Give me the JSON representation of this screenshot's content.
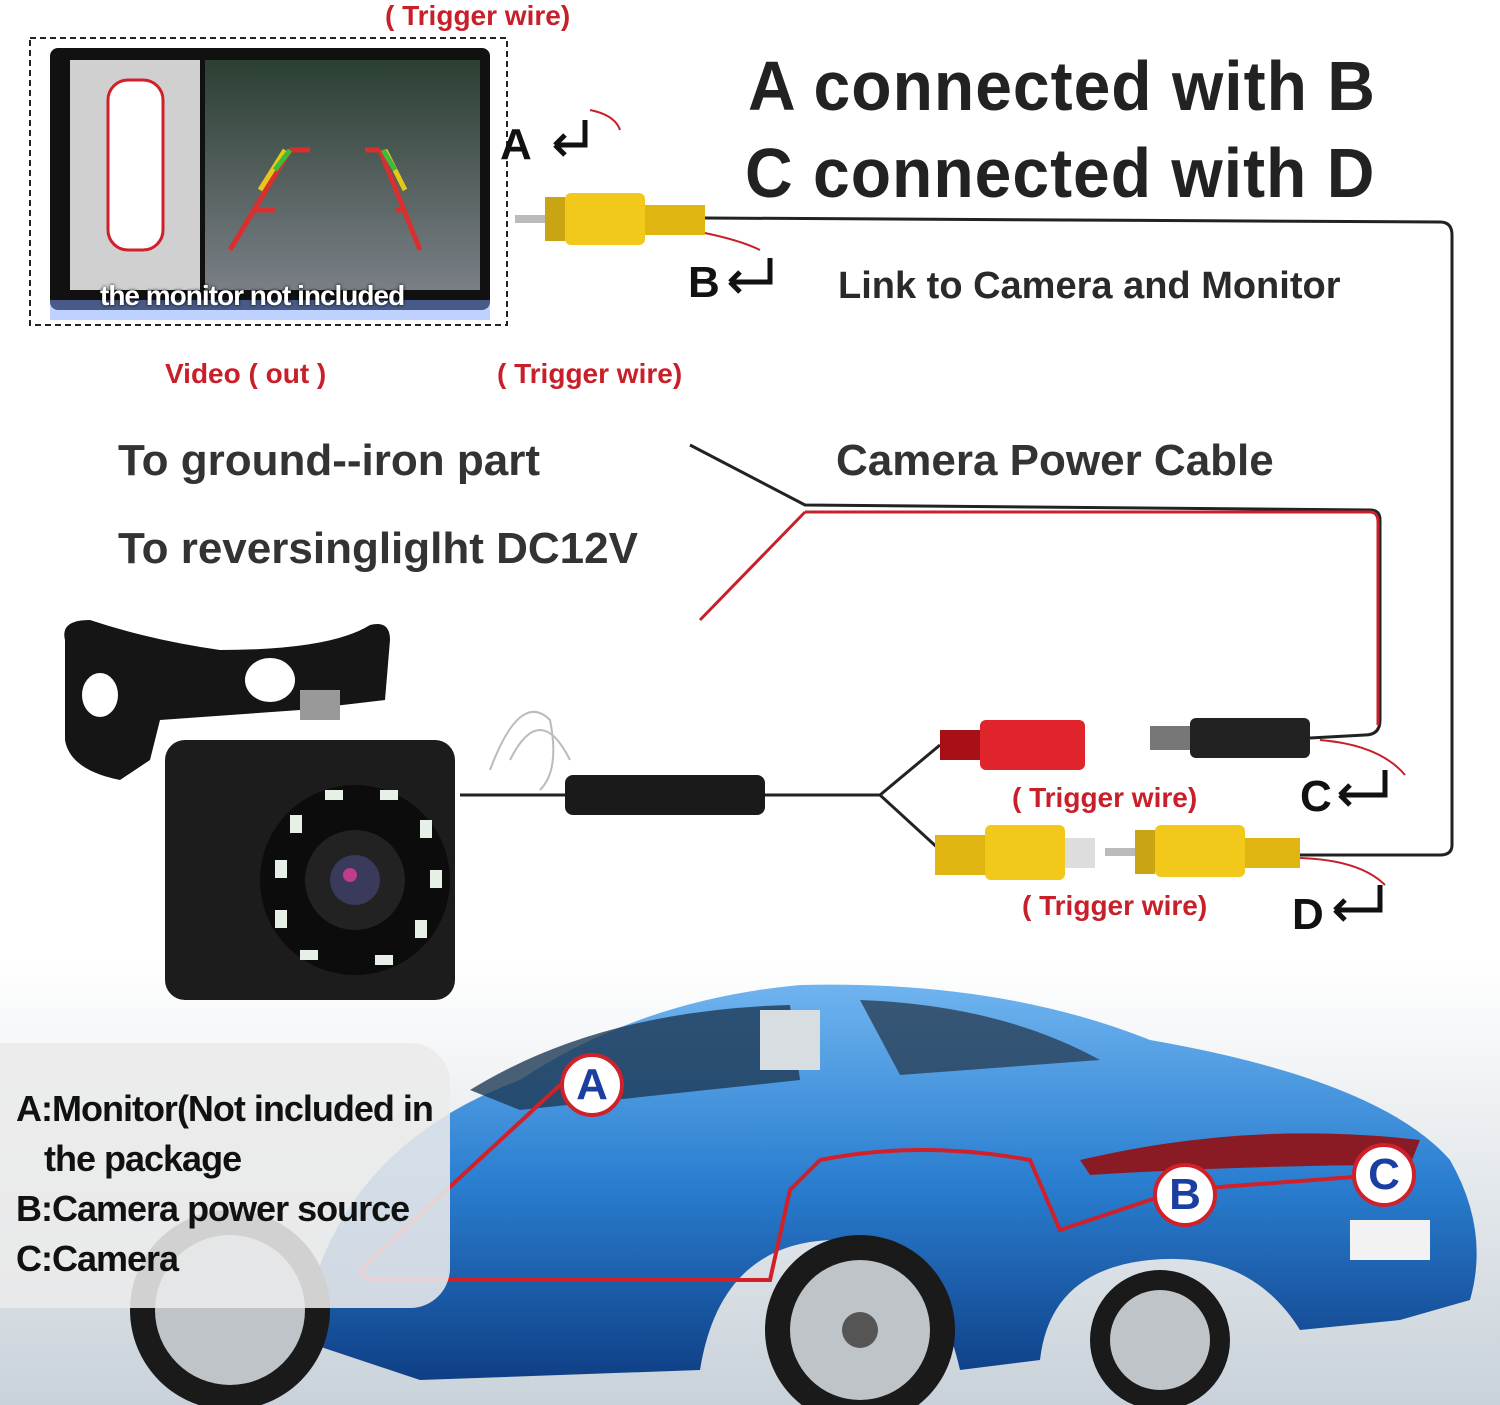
{
  "header": {
    "line1": "A connected with B",
    "line2": "C connected with D",
    "link_caption": "Link to Camera and Monitor"
  },
  "monitor": {
    "note": "the monitor not included"
  },
  "labels": {
    "trigger_top": "( Trigger wire)",
    "video_out": "Video ( out )",
    "trigger_mid": "( Trigger wire)",
    "to_ground": "To ground--iron part",
    "to_reversing": "To reversingliglht DC12V",
    "power_cable": "Camera Power Cable",
    "trigger_c": "( Trigger wire)",
    "trigger_d": "( Trigger wire)"
  },
  "connectors": {
    "a": "A",
    "b": "B",
    "c": "C",
    "d": "D"
  },
  "car_badges": {
    "a": "A",
    "b": "B",
    "c": "C"
  },
  "legend": {
    "a_line1": "A:Monitor(Not included in",
    "a_line2": "the package",
    "b": "B:Camera power source",
    "c": "C:Camera"
  },
  "colors": {
    "wire_red": "#c8202a",
    "rca_yellow": "#f2c81a",
    "car_blue": "#2a7ed0"
  }
}
